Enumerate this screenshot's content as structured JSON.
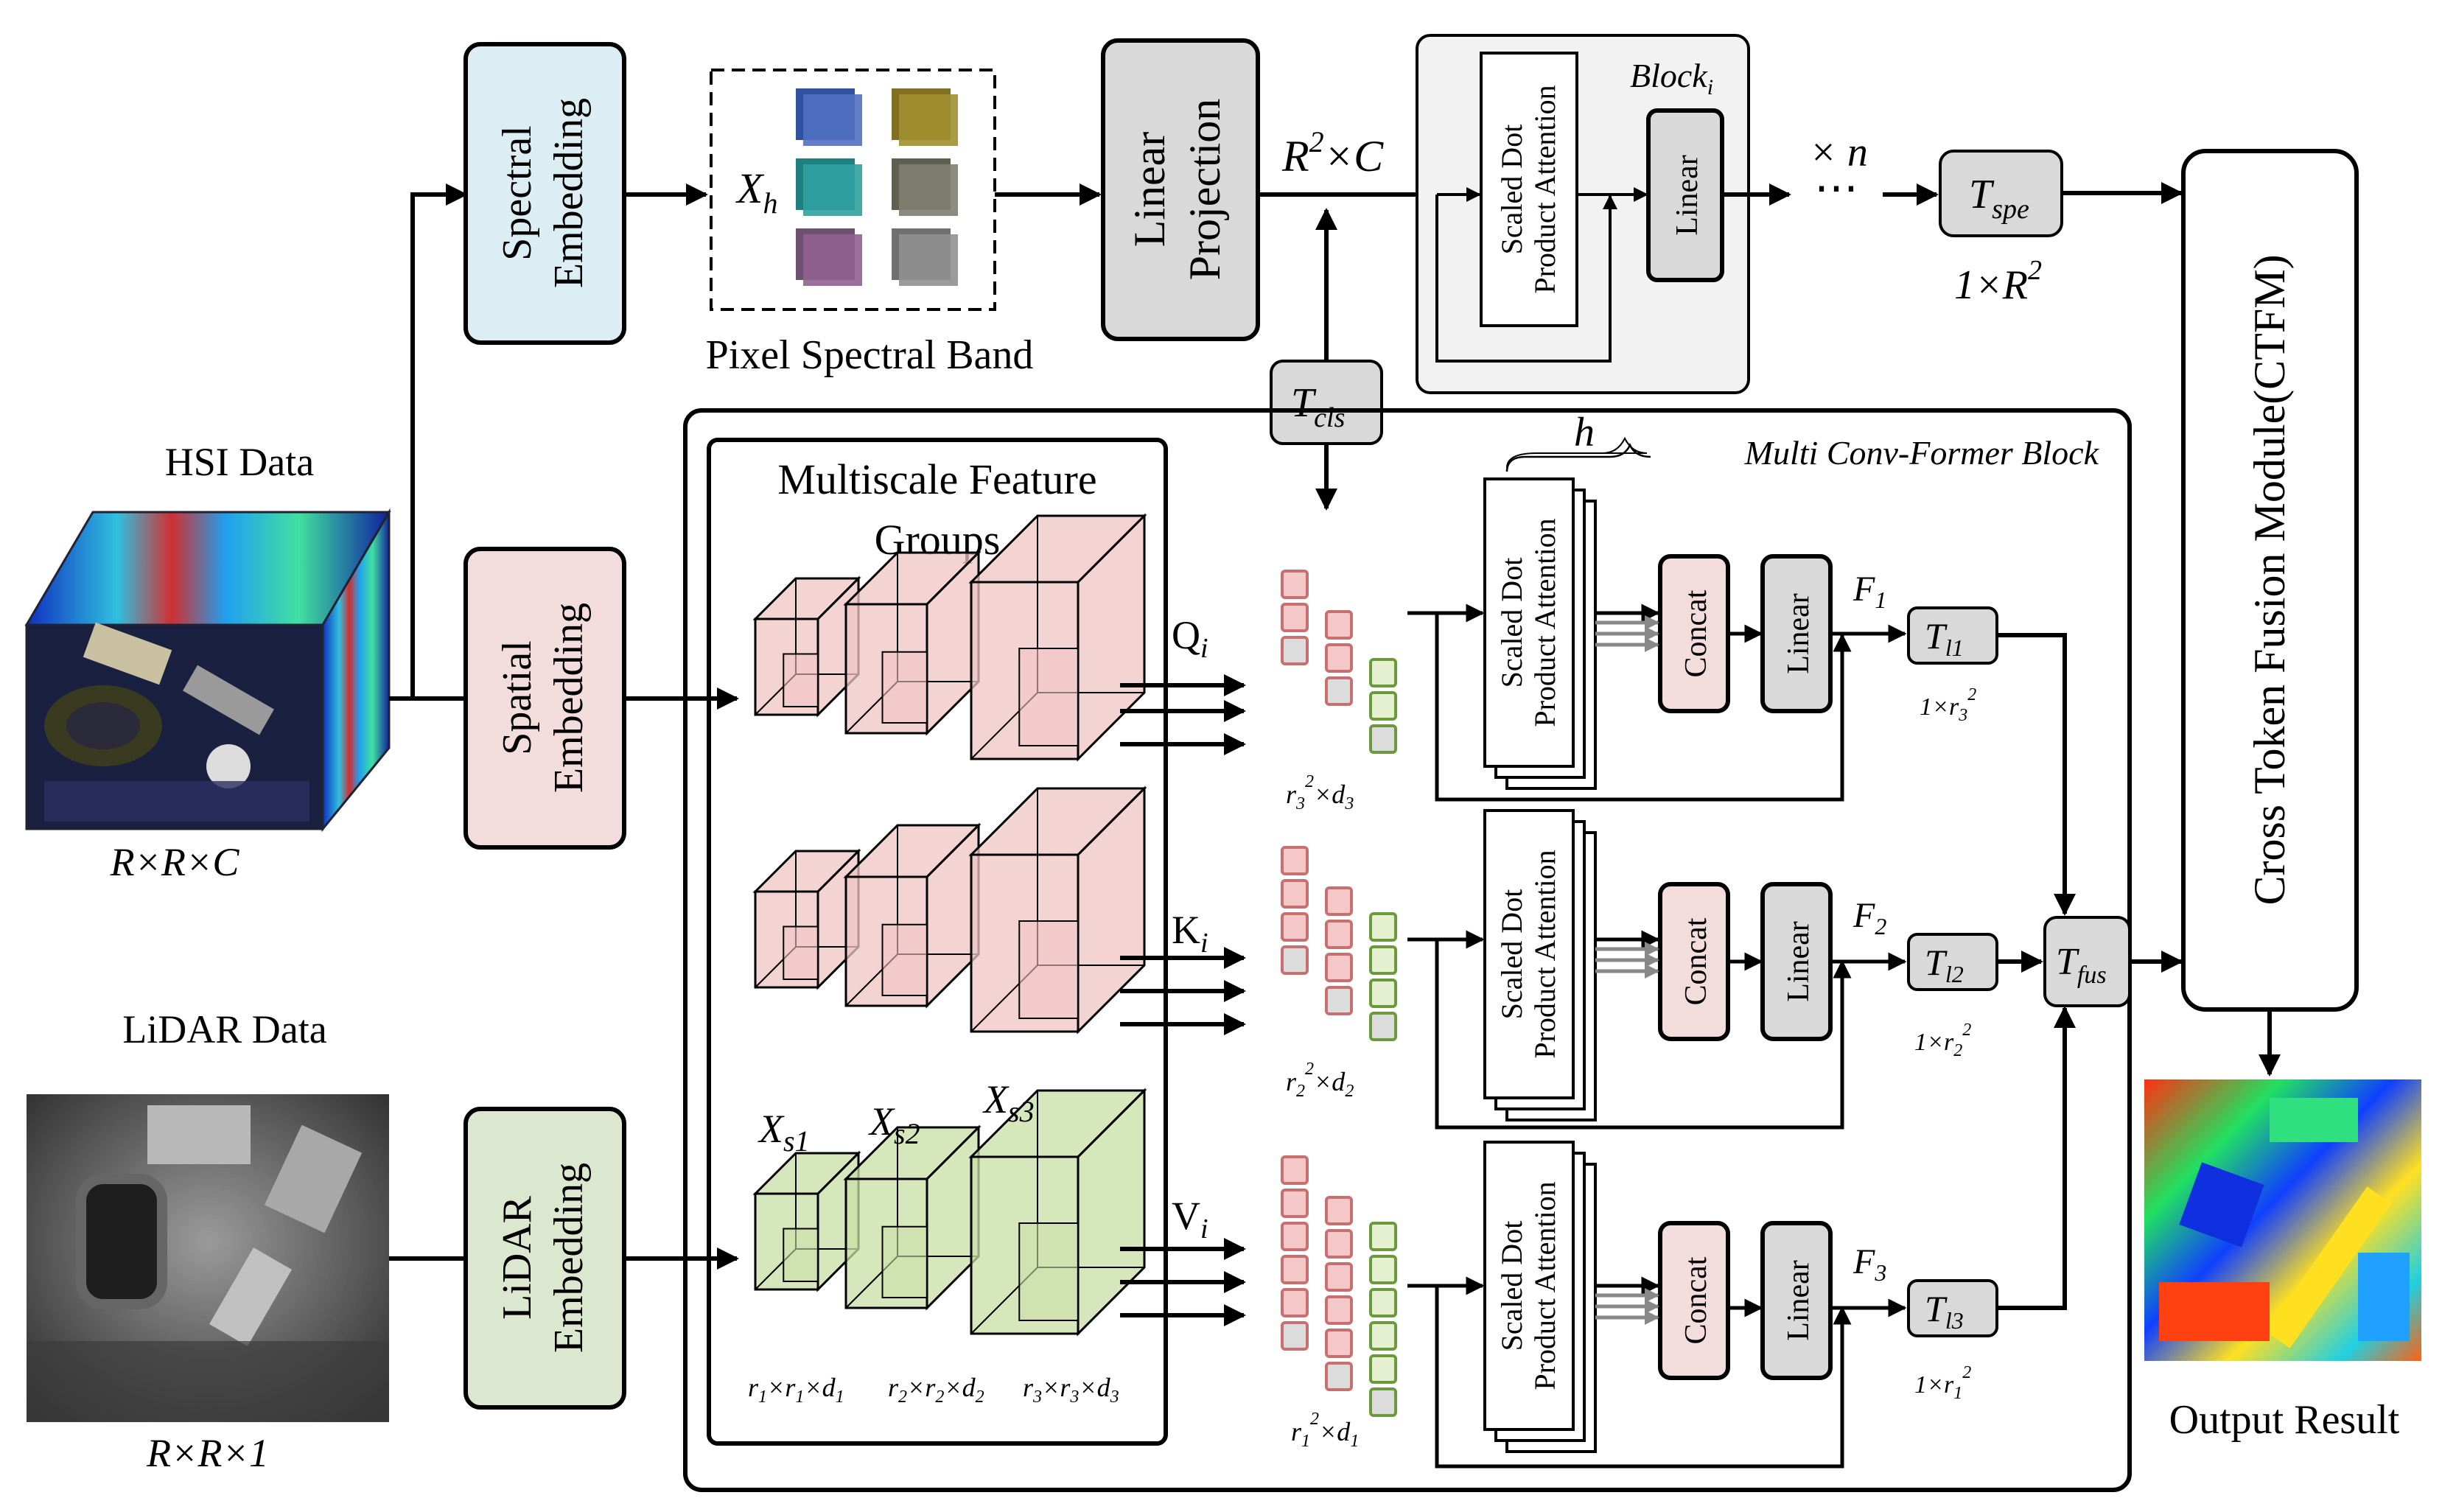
{
  "inputs": {
    "hsi_title": "HSI Data",
    "hsi_dims": "R×R×C",
    "lidar_title": "LiDAR Data",
    "lidar_dims": "R×R×1"
  },
  "embeddings": {
    "spectral": [
      "Spectral",
      "Embedding"
    ],
    "spatial": [
      "Spatial",
      "Embedding"
    ],
    "lidar": [
      "LiDAR",
      "Embedding"
    ]
  },
  "spectral_branch": {
    "xh_main": "X",
    "xh_sub": "h",
    "pixel_band_label": "Pixel Spectral Band",
    "linear_projection": [
      "Linear",
      "Projection"
    ],
    "r2c_main": "R",
    "r2c_sup": "2",
    "r2c_rest": "×C",
    "block_main": "Block",
    "block_sub": "i",
    "sdpa": [
      "Scaled Dot",
      "Product Attention"
    ],
    "linear": "Linear",
    "times_n": "× n",
    "ellipsis": "⋯",
    "tspe_main": "T",
    "tspe_sub": "spe",
    "tspe_dims_main": "1×R",
    "tspe_dims_sup": "2"
  },
  "tcls": {
    "main": "T",
    "sub": "cls"
  },
  "multi_conv_former": {
    "title": "Multi Conv-Former Block",
    "h_label": "h",
    "groups_title": [
      "Multiscale Feature",
      "Groups"
    ],
    "qkv": [
      {
        "main": "Q",
        "sub": "i"
      },
      {
        "main": "K",
        "sub": "i"
      },
      {
        "main": "V",
        "sub": "i"
      }
    ],
    "xs_labels": [
      {
        "main": "X",
        "sub": "s1"
      },
      {
        "main": "X",
        "sub": "s2"
      },
      {
        "main": "X",
        "sub": "s3"
      }
    ],
    "scale_dims": [
      {
        "r": "r",
        "ri": "1",
        "d": "d",
        "di": "1"
      },
      {
        "r": "r",
        "ri": "2",
        "d": "d",
        "di": "2"
      },
      {
        "r": "r",
        "ri": "3",
        "d": "d",
        "di": "3"
      }
    ],
    "token_dims": [
      {
        "r": "r",
        "ri": "3",
        "sup": "2",
        "mid": "×d",
        "di": "3"
      },
      {
        "r": "r",
        "ri": "2",
        "sup": "2",
        "mid": "×d",
        "di": "2"
      },
      {
        "r": "r",
        "ri": "1",
        "sup": "2",
        "mid": "×d",
        "di": "1"
      }
    ],
    "rows": [
      {
        "sdpa": [
          "Scaled Dot",
          "Product Attention"
        ],
        "concat": "Concat",
        "linear": "Linear",
        "f_main": "F",
        "f_sub": "1",
        "t_main": "T",
        "t_sub": "l1",
        "dims_main": "1×r",
        "dims_sub": "3",
        "dims_sup": "2"
      },
      {
        "sdpa": [
          "Scaled Dot",
          "Product Attention"
        ],
        "concat": "Concat",
        "linear": "Linear",
        "f_main": "F",
        "f_sub": "2",
        "t_main": "T",
        "t_sub": "l2",
        "dims_main": "1×r",
        "dims_sub": "2",
        "dims_sup": "2"
      },
      {
        "sdpa": [
          "Scaled Dot",
          "Product Attention"
        ],
        "concat": "Concat",
        "linear": "Linear",
        "f_main": "F",
        "f_sub": "3",
        "t_main": "T",
        "t_sub": "l3",
        "dims_main": "1×r",
        "dims_sub": "1",
        "dims_sup": "2"
      }
    ],
    "tfus_main": "T",
    "tfus_sub": "fus"
  },
  "ctfm": "Cross Token Fusion Module(CTFM)",
  "output_label": "Output Result",
  "colors": {
    "spectral_fill": "#dcedf4",
    "spatial_fill": "#f3dcdc",
    "lidar_fill": "#dce7cf",
    "gray_fill": "#d9d9d9",
    "block_bg": "#f2f2f2",
    "cube_pink": "#f0c4c4",
    "cube_green": "#c9dfa6",
    "token_pink": "#f4c8c8",
    "token_green": "#e4f0cf"
  }
}
